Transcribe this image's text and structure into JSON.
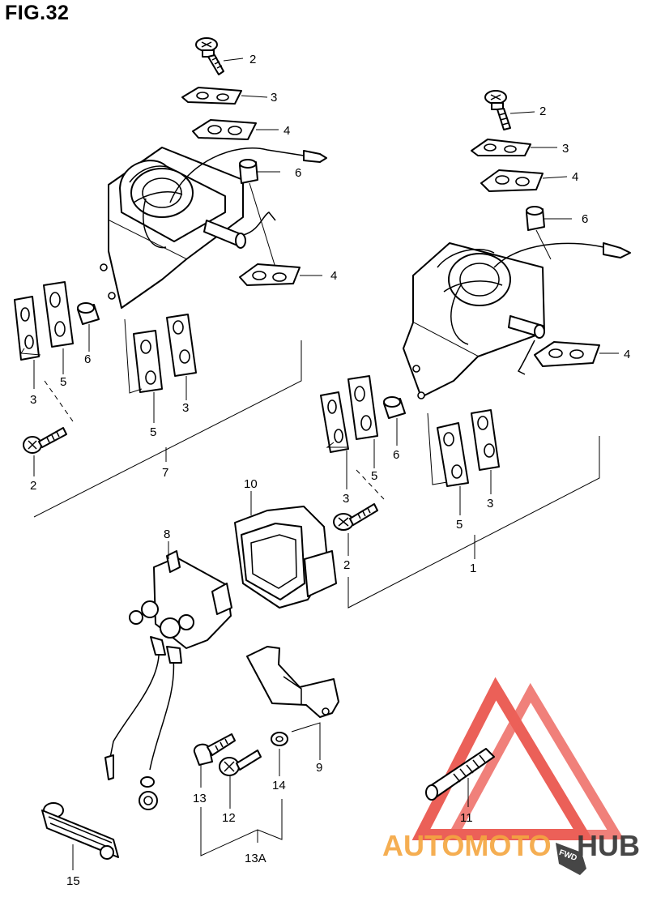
{
  "figure": {
    "title": "FIG.32"
  },
  "callouts": {
    "c2a": "2",
    "c3a": "3",
    "c4a": "4",
    "c6a": "6",
    "c4b": "4",
    "c2b": "2",
    "c3b": "3",
    "c4c": "4",
    "c6b": "6",
    "c4d": "4",
    "c6c": "6",
    "c5a": "5",
    "c3c": "3",
    "c5b": "5",
    "c3d": "3",
    "c2c": "2",
    "c7": "7",
    "c5c": "5",
    "c6d": "6",
    "c3e": "3",
    "c5d": "5",
    "c3f": "3",
    "c2d": "2",
    "c1": "1",
    "c10": "10",
    "c8": "8",
    "c9": "9",
    "c13": "13",
    "c12": "12",
    "c14": "14",
    "c13a": "13A",
    "c11": "11",
    "c15": "15"
  },
  "watermark": {
    "text_a": "AUTOMOTO",
    "text_b": "HUB",
    "badge": "FWD",
    "color_primary": "#e8453c",
    "color_secondary": "#f4a640",
    "color_dark": "#333333"
  }
}
